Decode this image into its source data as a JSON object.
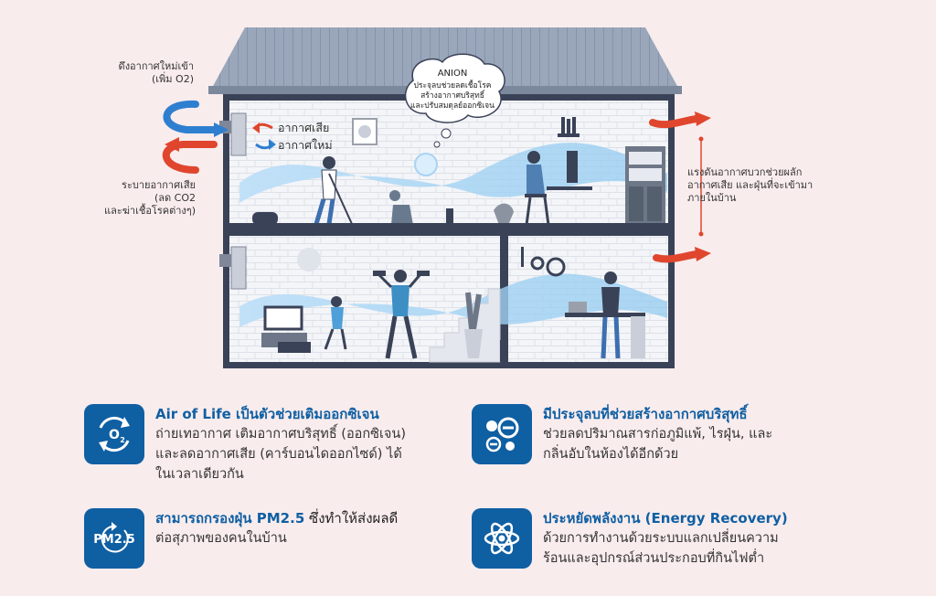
{
  "notes": {
    "fresh_in": [
      "ดึงอากาศใหม่เข้า",
      "(เพิ่ม O2)"
    ],
    "exhaust": [
      "ระบายอากาศเสีย",
      "(ลด CO2",
      "และฆ่าเชื้อโรคต่างๆ)"
    ],
    "pressure": [
      "แรงดันอากาศบวกช่วยผลัก",
      "อากาศเสีย และฝุ่นที่จะเข้ามา",
      "ภายในบ้าน"
    ]
  },
  "legend": {
    "bad_air": "อากาศเสีย",
    "fresh_air": "อากาศใหม่"
  },
  "anion_bubble": {
    "title": "ANION",
    "lines": [
      "ประจุลบช่วยลดเชื้อโรค",
      "สร้างอากาศบริสุทธิ์",
      "และปรับสมดุลย์ออกซิเจน"
    ]
  },
  "features": [
    {
      "icon": "o2-icon",
      "title": "Air of Life เป็นตัวช่วยเติมออกซิเจน",
      "title_rest": "",
      "lines": [
        "ถ่ายเทอากาศ เติมอากาศบริสุทธิ์ (ออกซิเจน)",
        "และลดอากาศเสีย (คาร์บอนไดออกไซด์) ได้",
        "ในเวลาเดียวกัน"
      ]
    },
    {
      "icon": "ion-icon",
      "title": "มีประจุลบที่ช่วยสร้างอากาศบริสุทธิ์",
      "title_rest": "",
      "lines": [
        "ช่วยลดปริมาณสารก่อภูมิแพ้, ไรฝุ่น, และ",
        "กลิ่นอับในห้องได้อีกด้วย"
      ]
    },
    {
      "icon": "pm25-icon",
      "icon_text": "PM2.5",
      "title": "สามารถกรองฝุ่น PM2.5",
      "title_rest": " ซึ่งทำให้ส่งผลดี",
      "lines": [
        "ต่อสุภาพของคนในบ้าน"
      ]
    },
    {
      "icon": "atom-icon",
      "title": "ประหยัดพลังงาน (Energy Recovery)",
      "title_rest": "",
      "lines": [
        "ด้วยการทำงานด้วยระบบแลกเปลี่ยนความ",
        "ร้อนและอุปกรณ์ส่วนประกอบที่กินไฟต่ำ"
      ]
    }
  ],
  "colors": {
    "background": "#f9eced",
    "brand_blue": "#0f5fa3",
    "roof": "#8f9db3",
    "frame": "#3a4257",
    "exhaust_red": "#e0462e",
    "fresh_blue": "#2f7fd0"
  }
}
